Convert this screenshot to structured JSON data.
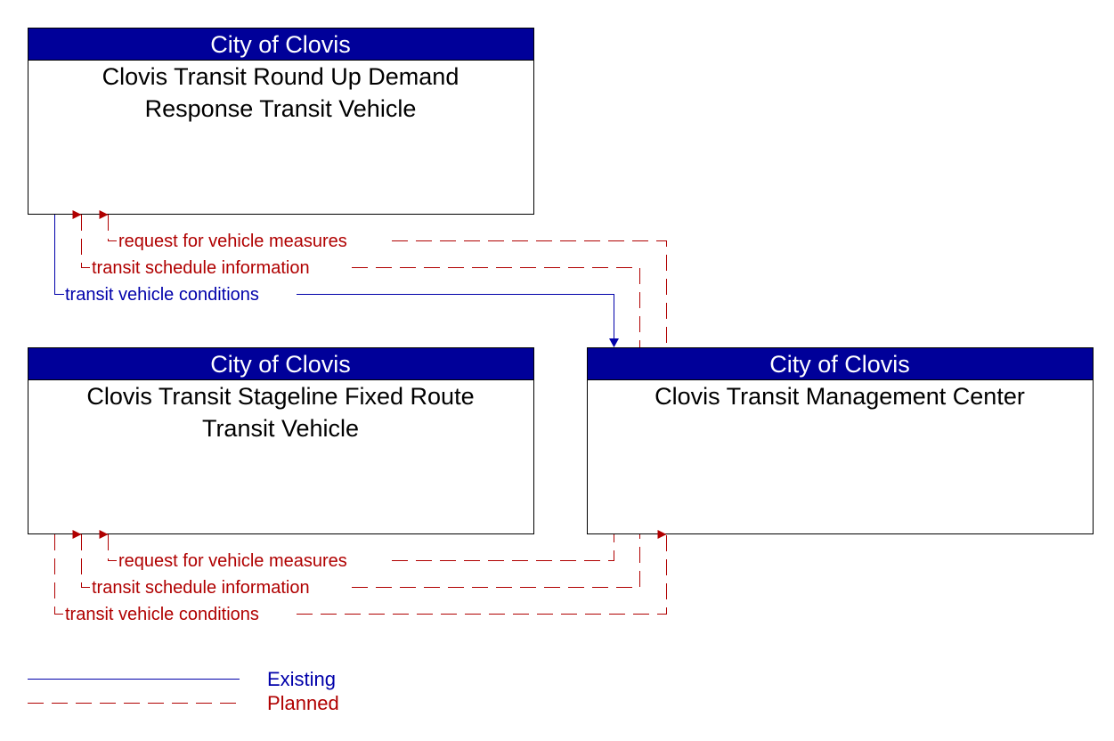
{
  "colors": {
    "header": "#000099",
    "planned": "#b00000",
    "existing": "#0000aa"
  },
  "boxes": [
    {
      "owner": "City of Clovis",
      "lines": [
        "Clovis Transit Round Up Demand",
        "Response Transit Vehicle"
      ]
    },
    {
      "owner": "City of Clovis",
      "lines": [
        "Clovis Transit Stageline Fixed Route",
        "Transit Vehicle"
      ]
    },
    {
      "owner": "City of Clovis",
      "lines": [
        "Clovis Transit Management Center"
      ]
    }
  ],
  "flows_top": [
    {
      "label": "request for vehicle measures",
      "status": "planned"
    },
    {
      "label": "transit schedule information",
      "status": "planned"
    },
    {
      "label": "transit vehicle conditions",
      "status": "existing"
    }
  ],
  "flows_bottom": [
    {
      "label": "request for vehicle measures",
      "status": "planned"
    },
    {
      "label": "transit schedule information",
      "status": "planned"
    },
    {
      "label": "transit vehicle conditions",
      "status": "planned"
    }
  ],
  "legend": {
    "existing": "Existing",
    "planned": "Planned"
  }
}
